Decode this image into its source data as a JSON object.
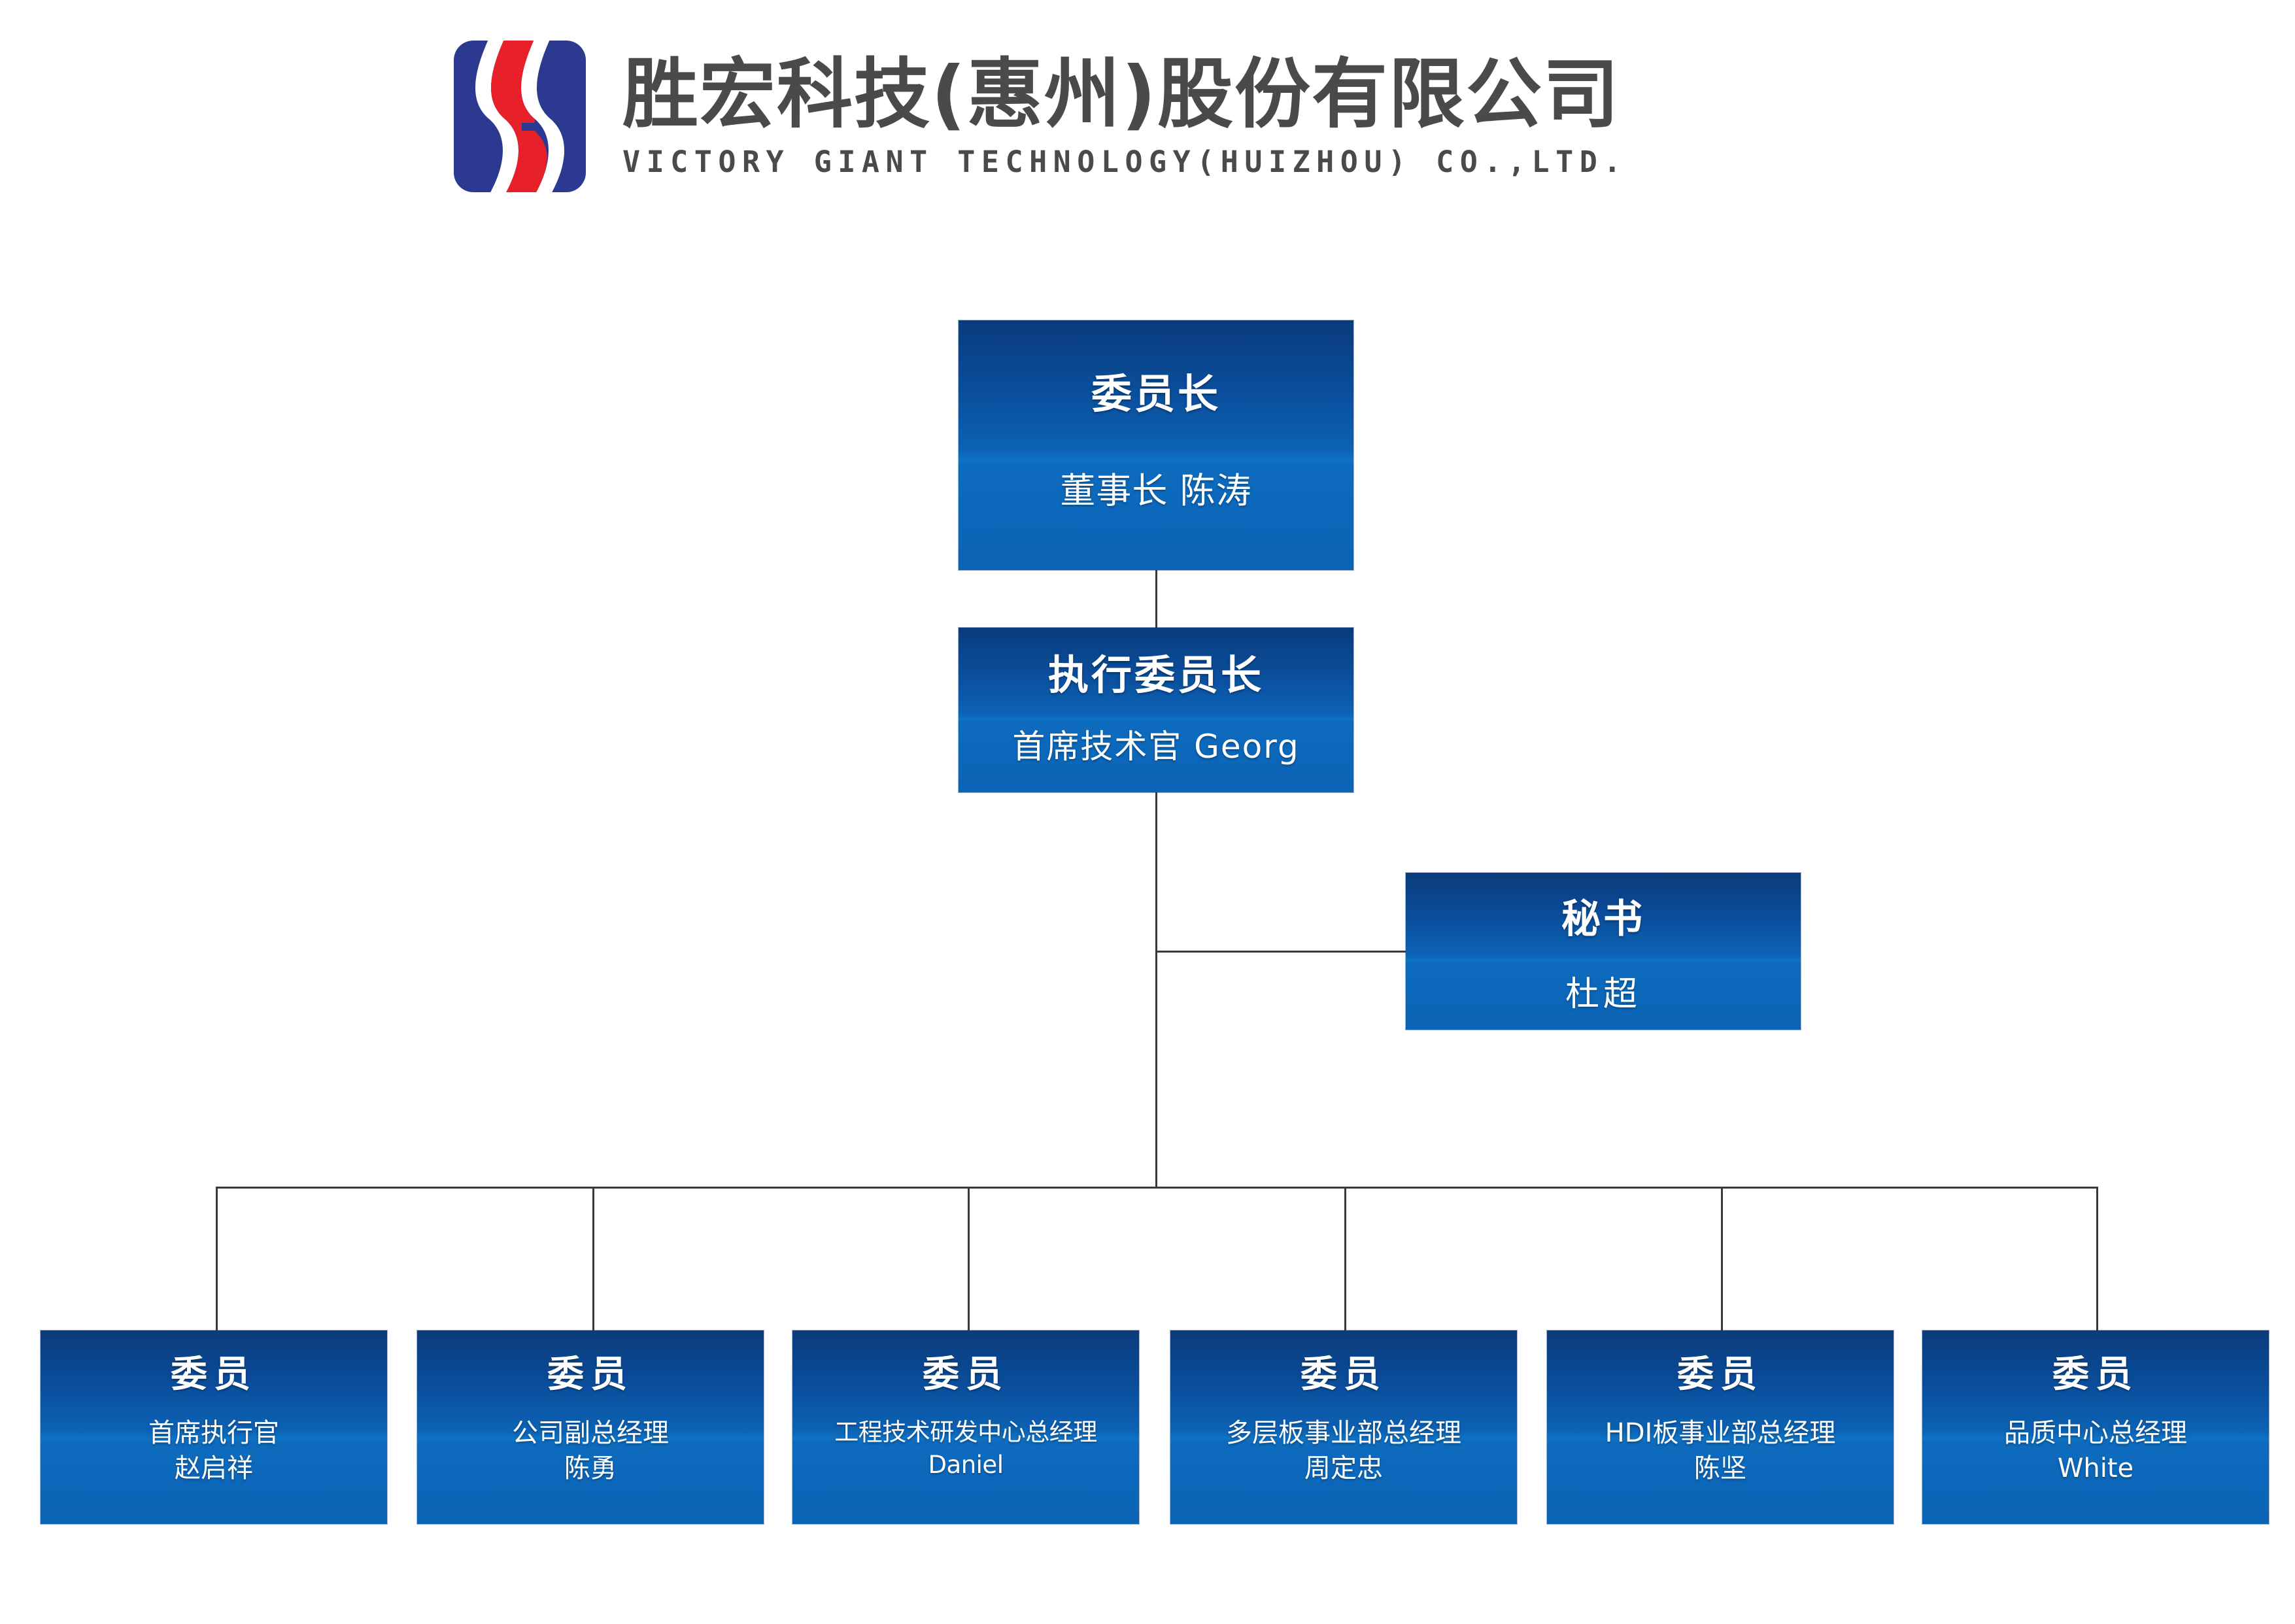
{
  "header": {
    "logo_icon": "victory-giant-s-logo",
    "company_cn": "胜宏科技(惠州)股份有限公司",
    "company_en": "VICTORY GIANT TECHNOLOGY(HUIZHOU) CO.,LTD.",
    "logo_colors": {
      "blue": "#2b3a90",
      "red": "#e8202a",
      "white": "#ffffff"
    }
  },
  "theme": {
    "node_gradient_top": "#0a3b7c",
    "node_gradient_mid": "#0f74c6",
    "node_gradient_bottom": "#0b63b5",
    "node_text": "#ffffff",
    "line_color": "#3a3a38",
    "page_background": "#ffffff",
    "header_text": "#4a4a48"
  },
  "chart": {
    "type": "org-chart",
    "chairman": {
      "title": "委员长",
      "person": "董事长 陈涛"
    },
    "executive": {
      "title": "执行委员长",
      "person": "首席技术官 Georg"
    },
    "secretary": {
      "title": "秘书",
      "person": "杜超"
    },
    "members": [
      {
        "title": "委员",
        "role": "首席执行官",
        "person": "赵启祥"
      },
      {
        "title": "委员",
        "role": "公司副总经理",
        "person": "陈勇"
      },
      {
        "title": "委员",
        "role": "工程技术研发中心总经理",
        "person": "Daniel"
      },
      {
        "title": "委员",
        "role": "多层板事业部总经理",
        "person": "周定忠"
      },
      {
        "title": "委员",
        "role": "HDI板事业部总经理",
        "person": "陈坚"
      },
      {
        "title": "委员",
        "role": "品质中心总经理",
        "person": "White"
      }
    ]
  }
}
